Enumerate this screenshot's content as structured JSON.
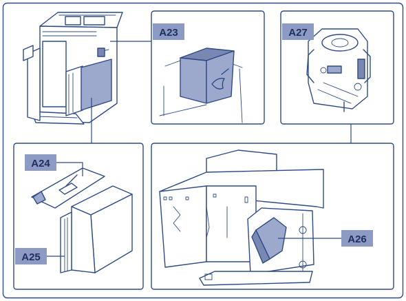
{
  "labels": {
    "a23": "A23",
    "a24": "A24",
    "a25": "A25",
    "a26": "A26",
    "a27": "A27"
  }
}
